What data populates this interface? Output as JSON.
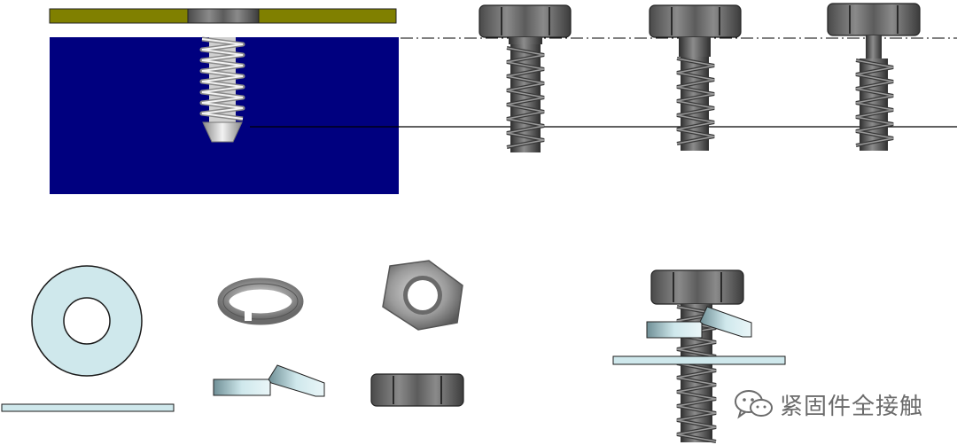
{
  "watermark": {
    "text": "紧固件全接触",
    "icon": "wechat-icon"
  },
  "colors": {
    "background": "#ffffff",
    "base_block": "#00007f",
    "top_plate": "#808000",
    "washer": "#cfe8ec",
    "washer_stroke": "#1a1a1a",
    "screw_dark": "#3a3a3a",
    "screw_light": "#9a9a9a",
    "reference_line": "#000000"
  },
  "figures": [
    {
      "name": "screw-in-block-cross-section"
    },
    {
      "name": "hex-bolt-full-thread"
    },
    {
      "name": "hex-bolt-reduced-shank"
    },
    {
      "name": "hex-bolt-thin-shank"
    },
    {
      "name": "flat-washer"
    },
    {
      "name": "spring-lock-washer"
    },
    {
      "name": "hex-nut"
    },
    {
      "name": "bolt-assembly-with-washers"
    }
  ]
}
